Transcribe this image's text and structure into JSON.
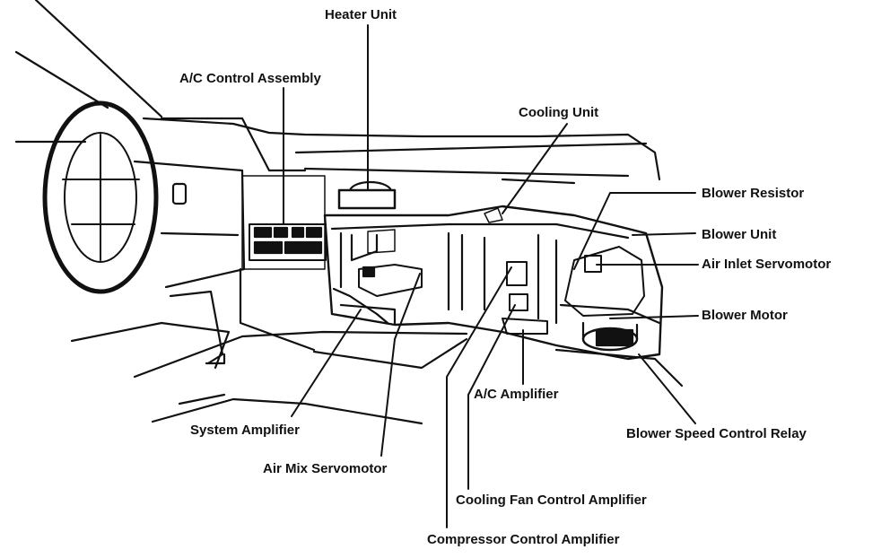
{
  "labels": {
    "heater_unit": "Heater Unit",
    "ac_control_assembly": "A/C Control Assembly",
    "cooling_unit": "Cooling Unit",
    "blower_resistor": "Blower Resistor",
    "blower_unit": "Blower Unit",
    "air_inlet_servomotor": "Air Inlet Servomotor",
    "blower_motor": "Blower Motor",
    "blower_speed_control_relay": "Blower Speed Control Relay",
    "ac_amplifier": "A/C Amplifier",
    "system_amplifier": "System Amplifier",
    "air_mix_servomotor": "Air Mix Servomotor",
    "cooling_fan_control_amplifier": "Cooling Fan Control Amplifier",
    "compressor_control_amplifier": "Compressor Control Amplifier"
  },
  "colors": {
    "ink": "#111111",
    "background": "#ffffff"
  }
}
